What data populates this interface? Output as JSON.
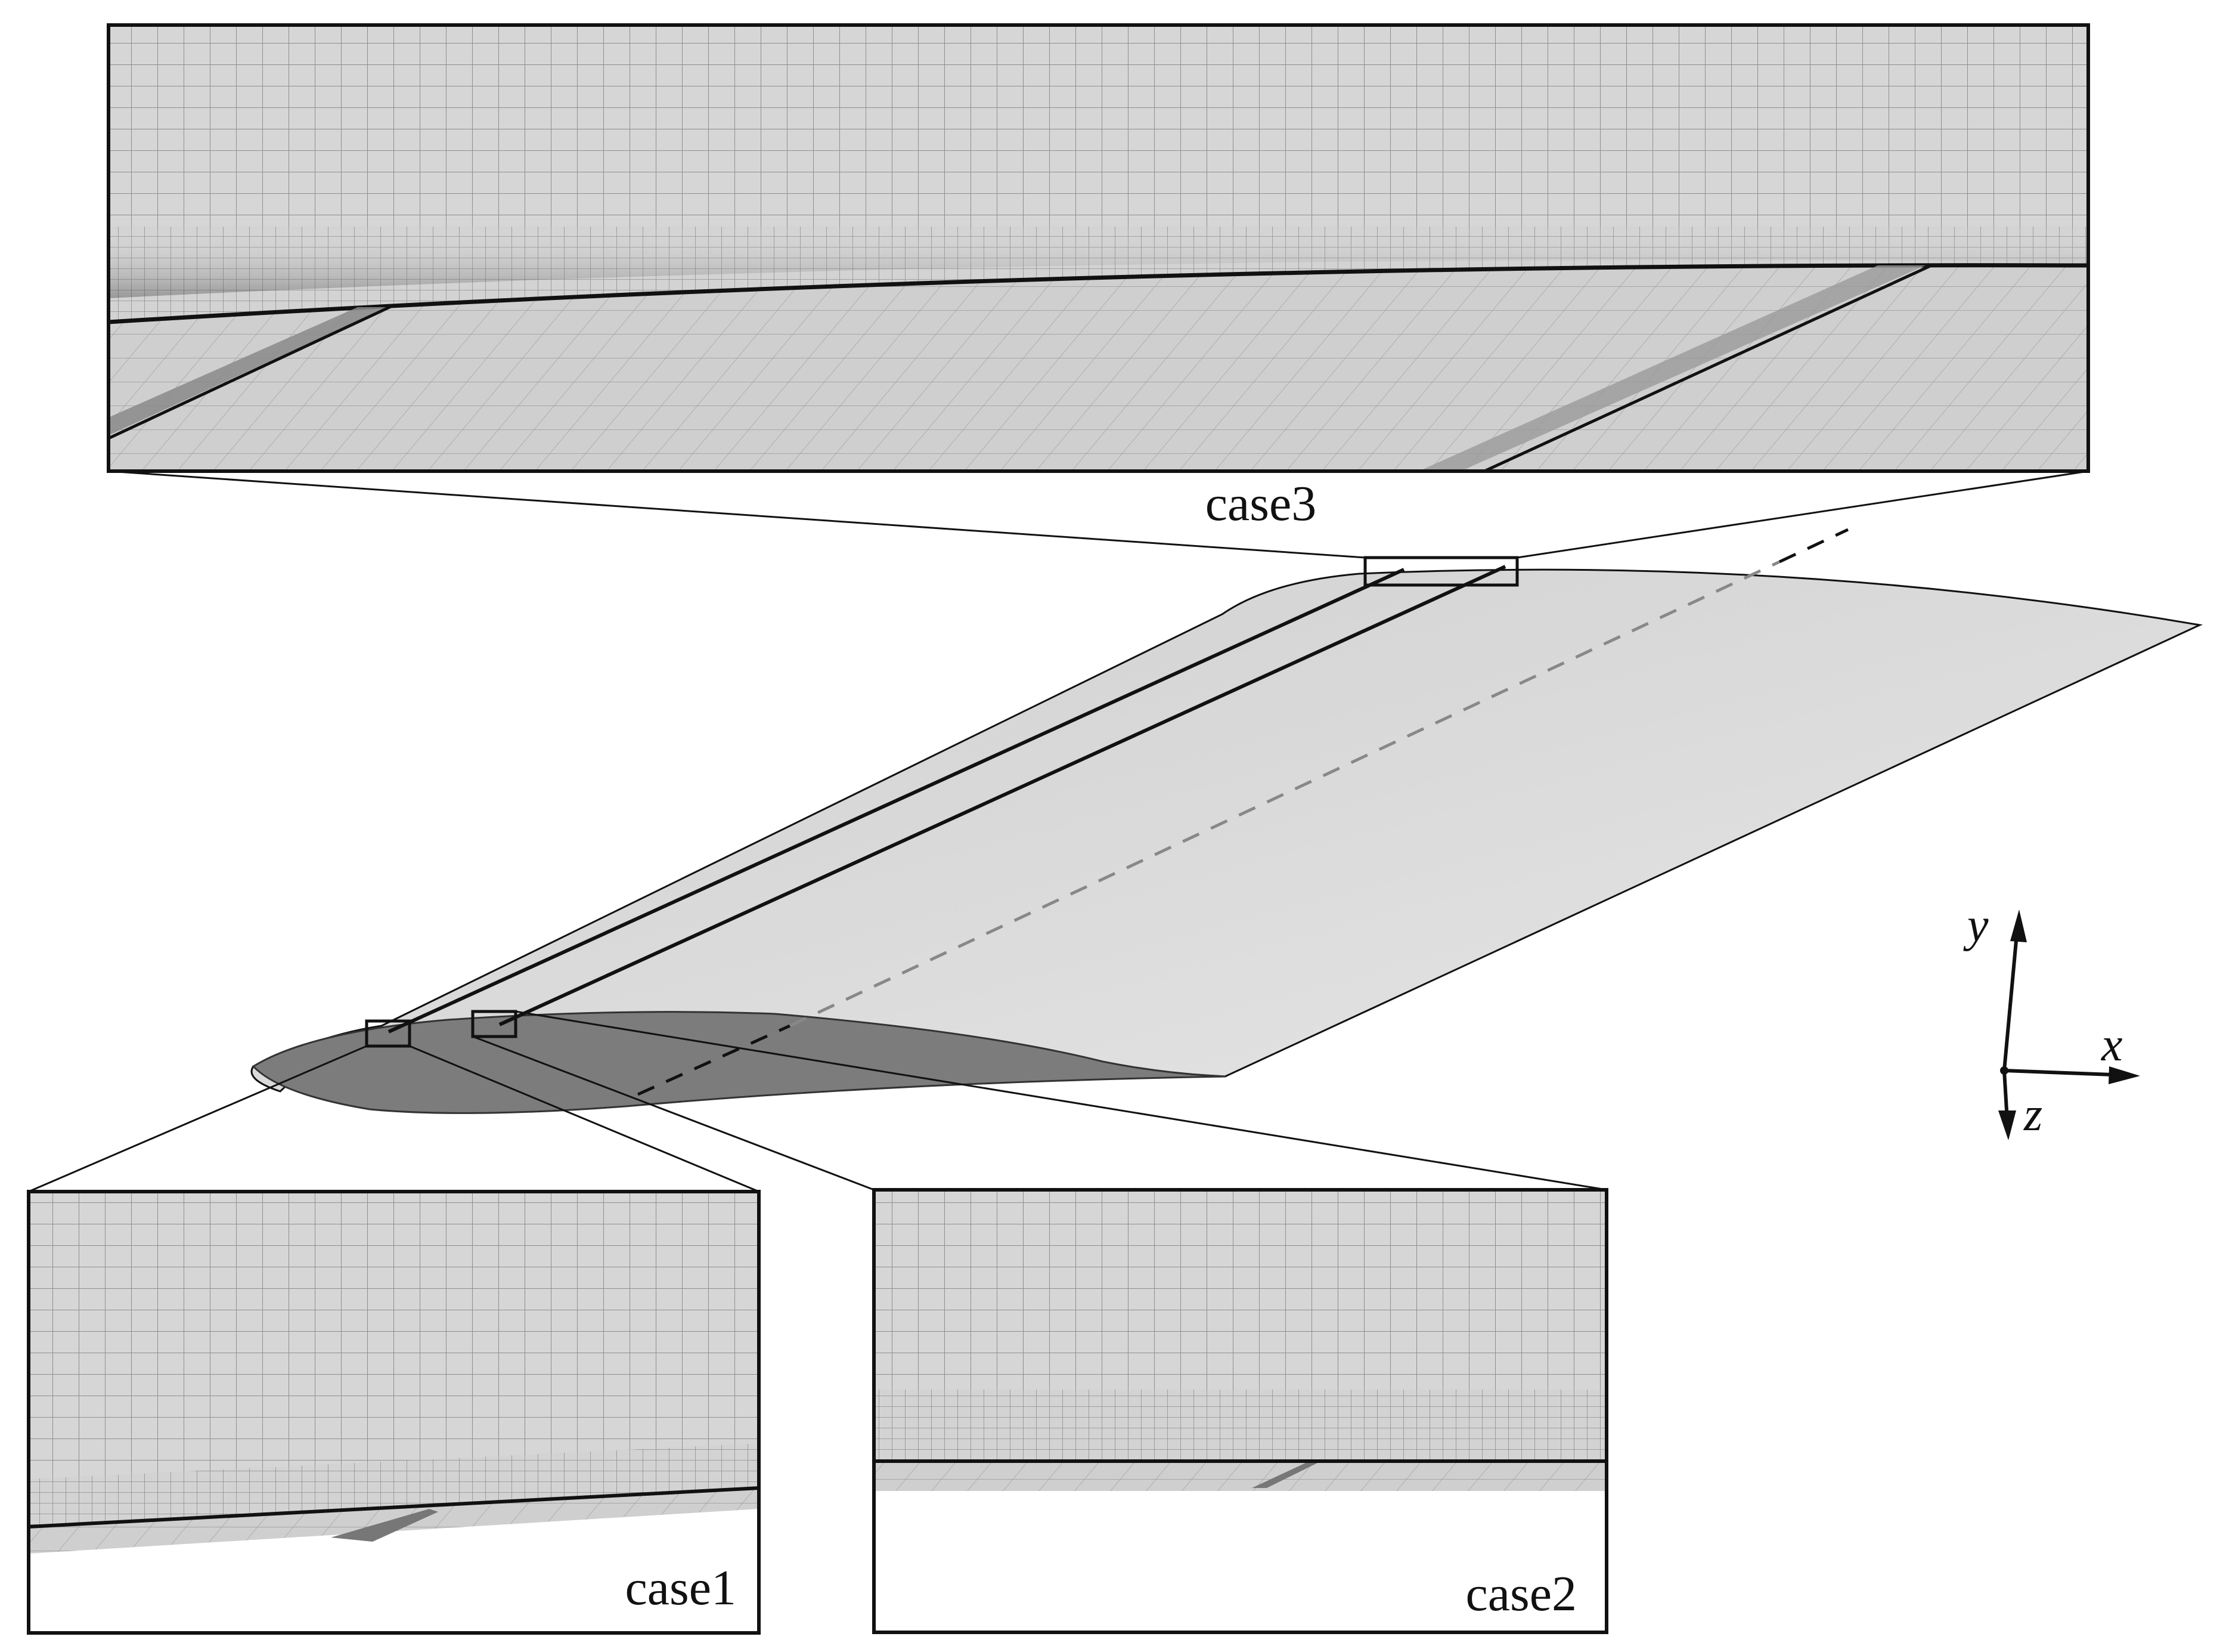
{
  "labels": {
    "case1": "case1",
    "case2": "case2",
    "case3": "case3"
  },
  "axes": {
    "x": "x",
    "y": "y",
    "z": "z"
  },
  "colors": {
    "wing_surface": "#d9d9d9",
    "wing_section": "#7a7a7a",
    "mesh_field": "#d6d6d6",
    "mesh_line": "#8c8c8c",
    "outline": "#111111",
    "dashed_line": "#888888"
  }
}
